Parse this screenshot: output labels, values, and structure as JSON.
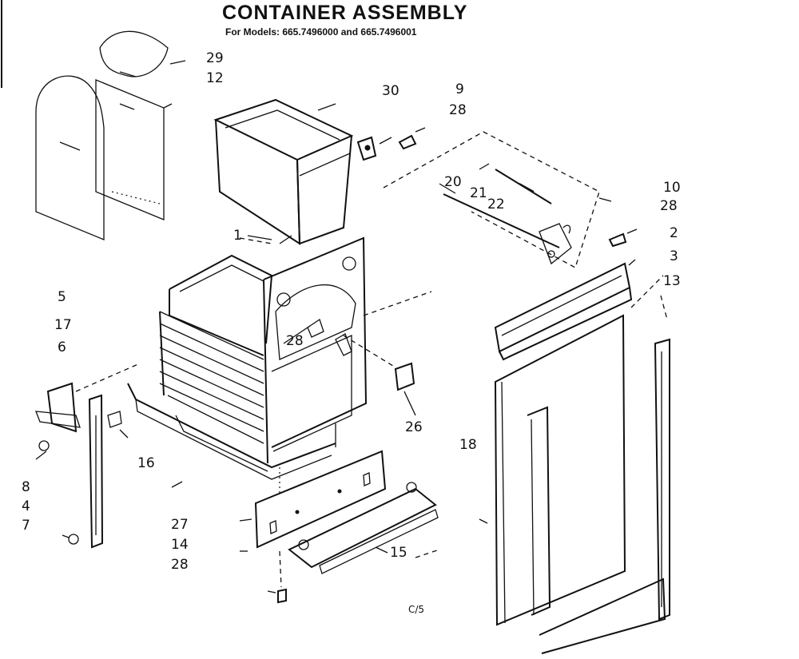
{
  "title": "CONTAINER ASSEMBLY",
  "subtitle": "For Models: 665.7496000 and 665.7496001",
  "page_code": "C/5",
  "labels": {
    "l29": "29",
    "l12": "12",
    "l30": "30",
    "l9": "9",
    "l28a": "28",
    "l20": "20",
    "l21": "21",
    "l22": "22",
    "l10": "10",
    "l28b": "28",
    "l2": "2",
    "l3": "3",
    "l13": "13",
    "l1": "1",
    "l5": "5",
    "l17": "17",
    "l6": "6",
    "l28c": "28",
    "l26": "26",
    "l18": "18",
    "l16": "16",
    "l8": "8",
    "l4": "4",
    "l7": "7",
    "l27": "27",
    "l14": "14",
    "l28d": "28",
    "l15": "15"
  }
}
